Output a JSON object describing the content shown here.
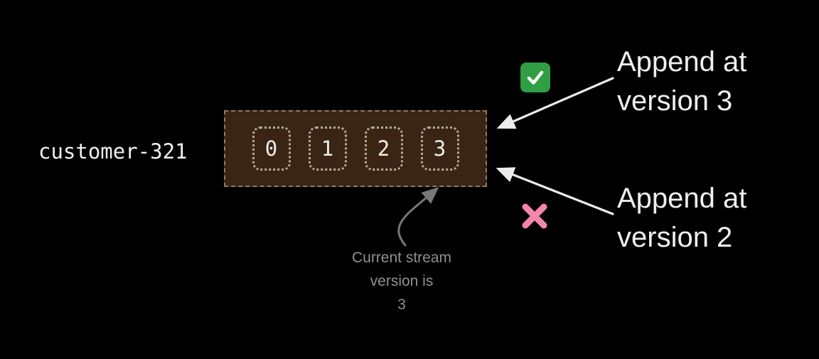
{
  "colors": {
    "background": "#000000",
    "stream_fill": "#3a2514",
    "stream_border": "#8d7c63",
    "cell_border": "#b3ab9d",
    "text_white": "#f0efed",
    "muted": "#909090",
    "check_green": "#2f9e44",
    "cross_pink": "#f585ab",
    "arrow_white": "#ececec",
    "arrow_gray": "#787878"
  },
  "stream": {
    "name": "customer-321",
    "events": [
      "0",
      "1",
      "2",
      "3"
    ]
  },
  "annotations": {
    "append_ok": {
      "line1": "Append at",
      "line2": "version 3"
    },
    "append_fail": {
      "line1": "Append at",
      "line2": "version 2"
    },
    "current_version": {
      "line1": "Current stream",
      "line2": "version is",
      "line3": "3"
    }
  }
}
